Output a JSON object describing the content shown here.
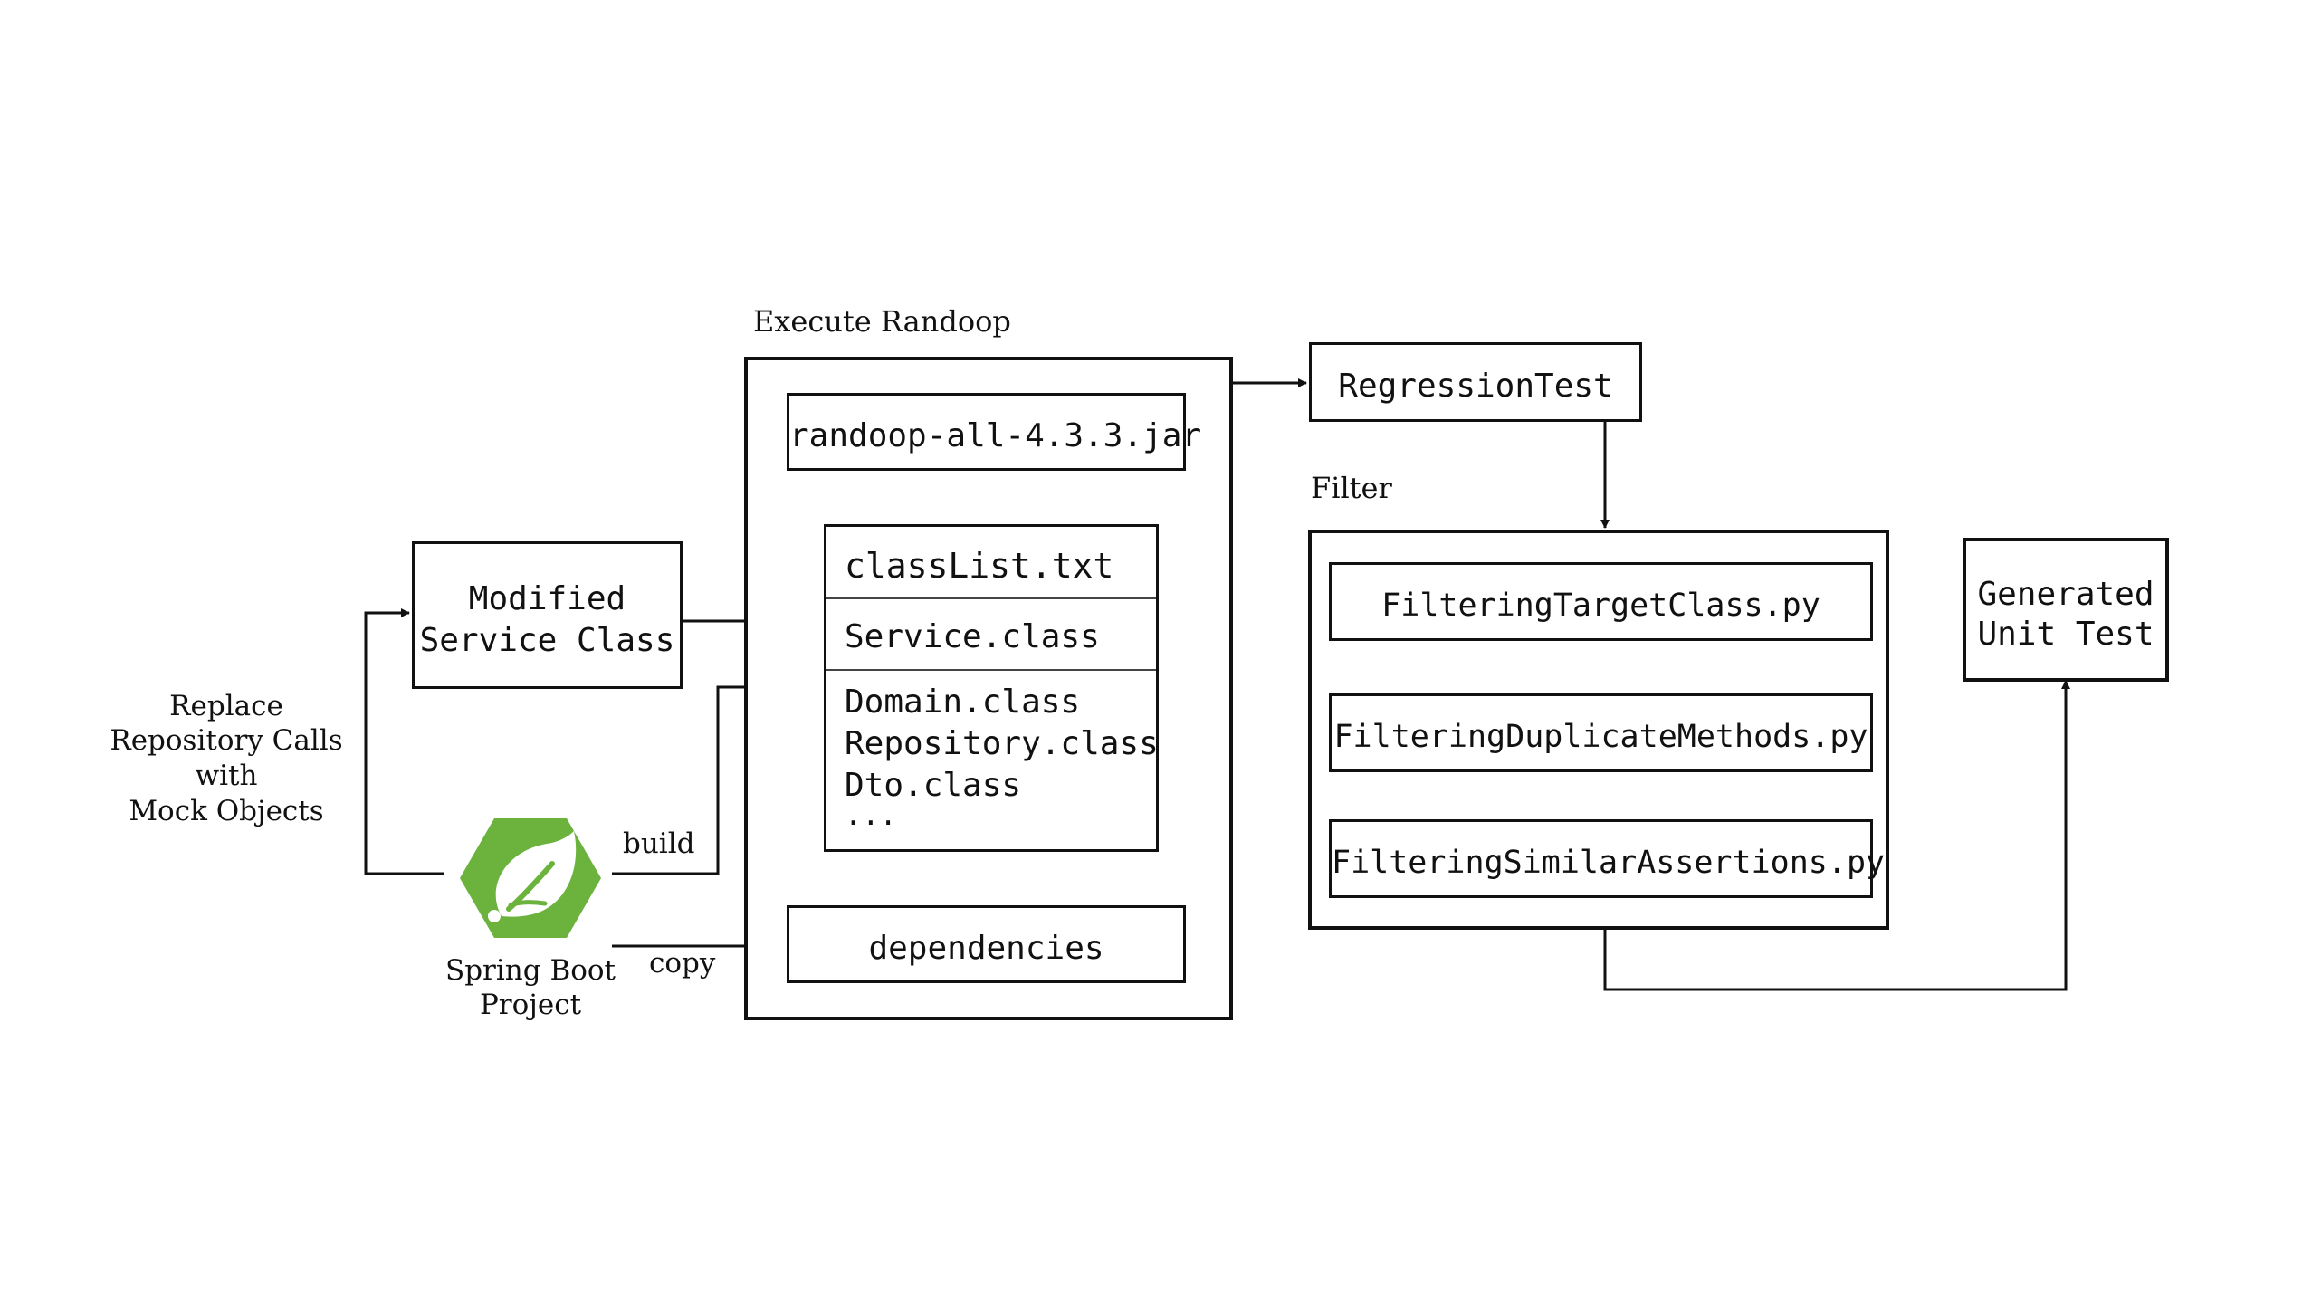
{
  "labels": {
    "execute_randoop": "Execute Randoop",
    "filter": "Filter",
    "replace_line1": "Replace",
    "replace_line2": "Repository Calls",
    "replace_line3": "with",
    "replace_line4": "Mock Objects",
    "build": "build",
    "copy": "copy",
    "spring_line1": "Spring Boot",
    "spring_line2": "Project"
  },
  "boxes": {
    "modified_line1": "Modified",
    "modified_line2": "Service Class",
    "randoop_jar": "randoop-all-4.3.3.jar",
    "classlist_header": "classList.txt",
    "classlist_service": "Service.class",
    "classlist_domain": "Domain.class",
    "classlist_repository": "Repository.class",
    "classlist_dto": "Dto.class",
    "classlist_more": "...",
    "dependencies": "dependencies",
    "regression_test": "RegressionTest",
    "filter_target": "FilteringTargetClass.py",
    "filter_duplicate": "FilteringDuplicateMethods.py",
    "filter_similar": "FilteringSimilarAssertions.py",
    "generated_line1": "Generated",
    "generated_line2": "Unit Test"
  },
  "colors": {
    "line": "#111111",
    "spring_green": "#6cb33e",
    "spring_leaf": "#ffffff"
  },
  "icons": {
    "spring_logo": "spring-leaf-hexagon-icon"
  }
}
